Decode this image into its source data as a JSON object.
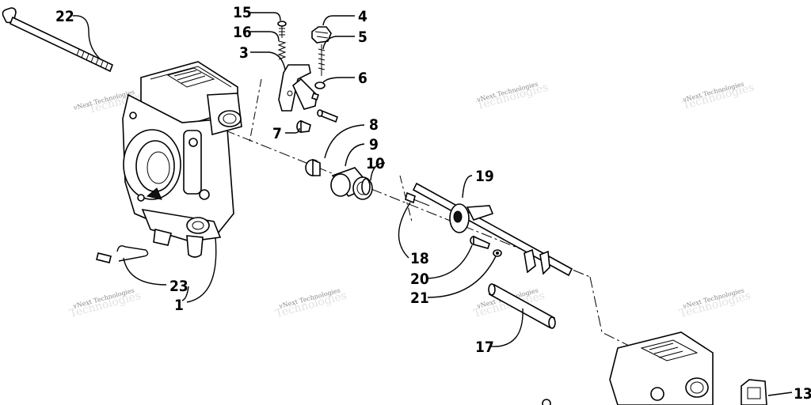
{
  "diagram": {
    "watermark_top": "vNext Technologies",
    "watermark_bottom": "Technologies",
    "callouts": {
      "c1": "1",
      "c3": "3",
      "c4": "4",
      "c5": "5",
      "c6": "6",
      "c7": "7",
      "c8": "8",
      "c9": "9",
      "c10": "10",
      "c13": "13",
      "c15": "15",
      "c16": "16",
      "c17": "17",
      "c18": "18",
      "c19": "19",
      "c20": "20",
      "c21": "21",
      "c22": "22",
      "c23": "23"
    }
  }
}
